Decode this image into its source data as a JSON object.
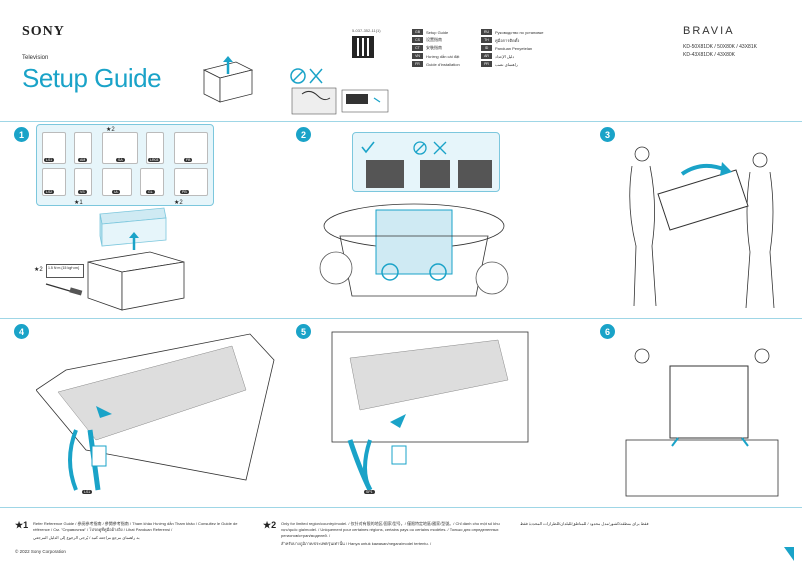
{
  "brand": "SONY",
  "category": "Television",
  "title": "Setup Guide",
  "doc_code": "5-037-352-11(1)",
  "product_line": "BRAVIA",
  "models": [
    "KD-50X81DK / 50X80K / 43X81K",
    "KD-43X81DK / 43X80K"
  ],
  "languages": [
    {
      "code": "GB",
      "label": "Setup Guide"
    },
    {
      "code": "CS",
      "label": "设置指南"
    },
    {
      "code": "CT",
      "label": "安裝指南"
    },
    {
      "code": "VN",
      "label": "Hướng dẫn cài đặt"
    },
    {
      "code": "FR",
      "label": "Guide d'installation"
    },
    {
      "code": "RU",
      "label": "Руководство по установке"
    },
    {
      "code": "TH",
      "label": "คู่มือการติดตั้ง"
    },
    {
      "code": "ID",
      "label": "Panduan Penyetelan"
    },
    {
      "code": "AR",
      "label": "دليل الإعداد"
    },
    {
      "code": "PR",
      "label": "راهنمای نصب"
    }
  ],
  "steps": [
    "1",
    "2",
    "3",
    "4",
    "5",
    "6"
  ],
  "step1": {
    "star2_top": "★2",
    "star1": "★1",
    "star2_bottom": "★2",
    "tags": [
      "LS1",
      "AM",
      "SA",
      "LR03",
      "FB",
      "LS2",
      "VS",
      "UL",
      "GL",
      "PB"
    ],
    "screw_star": "★2",
    "screw_spec": "1.5 N·m {15 kgf·cm}"
  },
  "step4_tag": "LS1",
  "step5_tag": "SP1",
  "footnotes": {
    "star1_mark": "★1",
    "star1_text": "Refer Reference Guide / 参阅参考指南 / 參閱參考指南 / Tham khảo Hướng dẫn Tham khảo / Consultez le Guide de référence / См. \"Справочник\" / โปรดดูที่คู่มืออ้างอิง / Lihat Panduan Referensi /",
    "star1_text2": "به راهنمای مرجع مراجعه کنید / يُرجى الرجوع إلى الدليل المرجعي",
    "star2_mark": "★2",
    "star2_text": "Only for limited region/country/model. / 仅针对有限的地区/国家/型号。/ 僅限特定地區/國家/型號。/ Chỉ dành cho một số khu vực/quốc gia/model. / Uniquement pour certaines régions, certains pays ou certains modèles. / Только для определенных регионов/стран/моделей. /",
    "star2_text2": "สำหรับบางภูมิภาค/ประเทศ/รุ่นเท่านั้น / Hanya untuk kawasan/negara/model tertentu. /",
    "ar_text": "فقط برای منطقه/کشور/مدل محدود / للمناطق/للبلدان/للطرازات المحددة فقط"
  },
  "copyright": "© 2022 Sony Corporation"
}
